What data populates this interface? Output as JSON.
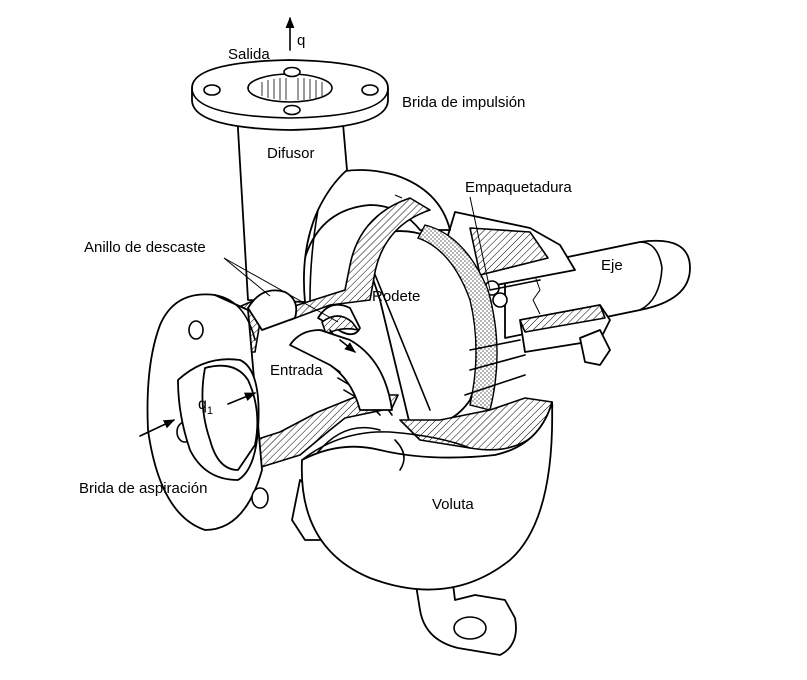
{
  "labels": {
    "salida": "Salida",
    "q_out": "q",
    "brida_impulsion": "Brida de impulsión",
    "difusor": "Difusor",
    "empaquetadura": "Empaquetadura",
    "anillo_descaste": "Anillo de descaste",
    "eje": "Eje",
    "rodete": "Rodete",
    "entrada": "Entrada",
    "q_in": "q",
    "q_in_sub": "1",
    "brida_aspiracion": "Brida de aspiración",
    "voluta": "Voluta"
  }
}
